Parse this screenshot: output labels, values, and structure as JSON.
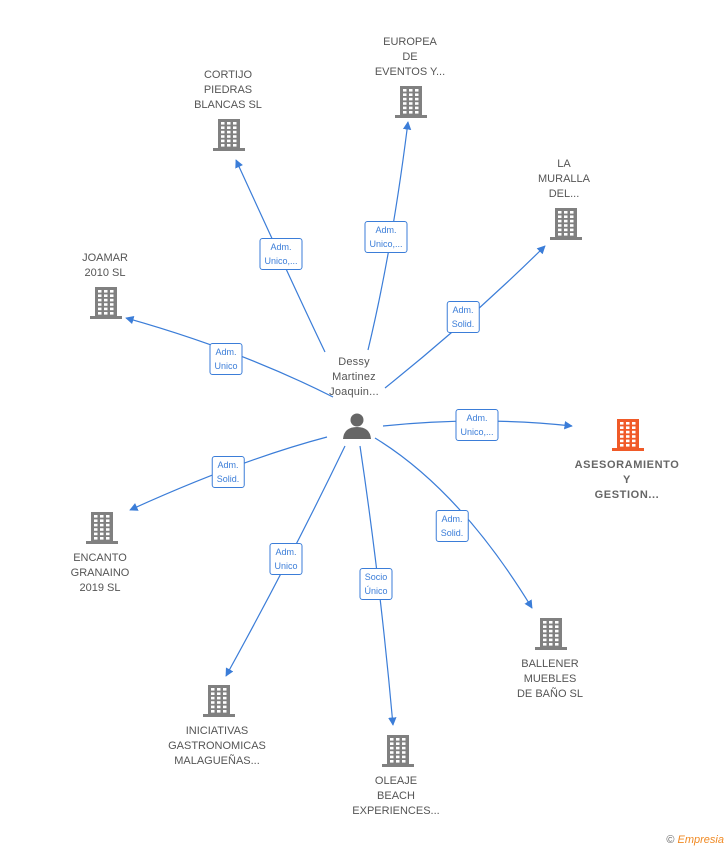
{
  "center": {
    "label": "Dessy\nMartinez\nJoaquin...",
    "icon": "person-icon",
    "color": "#666666"
  },
  "colors": {
    "edge": "#3b7dd8",
    "building": "#808080",
    "building_highlight": "#f05a28"
  },
  "nodes": [
    {
      "id": "cortijo",
      "label": "CORTIJO\nPIEDRAS\nBLANCAS  SL",
      "icon": "building-icon",
      "highlight": false
    },
    {
      "id": "europea",
      "label": "EUROPEA\nDE\nEVENTOS Y...",
      "icon": "building-icon",
      "highlight": false
    },
    {
      "id": "muralla",
      "label": "LA\nMURALLA\nDEL...",
      "icon": "building-icon",
      "highlight": false
    },
    {
      "id": "joamar",
      "label": "JOAMAR\n2010 SL",
      "icon": "building-icon",
      "highlight": false
    },
    {
      "id": "asesoramiento",
      "label": "ASESORAMIENTO\nY\nGESTION...",
      "icon": "building-icon",
      "highlight": true
    },
    {
      "id": "encanto",
      "label": "ENCANTO\nGRANAINO\n2019  SL",
      "icon": "building-icon",
      "highlight": false
    },
    {
      "id": "ballener",
      "label": "BALLENER\nMUEBLES\nDE BAÑO  SL",
      "icon": "building-icon",
      "highlight": false
    },
    {
      "id": "iniciativas",
      "label": "INICIATIVAS\nGASTRONOMICAS\nMALAGUEÑAS...",
      "icon": "building-icon",
      "highlight": false
    },
    {
      "id": "oleaje",
      "label": "OLEAJE\nBEACH\nEXPERIENCES...",
      "icon": "building-icon",
      "highlight": false
    }
  ],
  "edges": [
    {
      "to": "cortijo",
      "label": "Adm.\nUnico,..."
    },
    {
      "to": "europea",
      "label": "Adm.\nUnico,..."
    },
    {
      "to": "muralla",
      "label": "Adm.\nSolid."
    },
    {
      "to": "joamar",
      "label": "Adm.\nUnico"
    },
    {
      "to": "asesoramiento",
      "label": "Adm.\nUnico,..."
    },
    {
      "to": "encanto",
      "label": "Adm.\nSolid."
    },
    {
      "to": "ballener",
      "label": "Adm.\nSolid."
    },
    {
      "to": "iniciativas",
      "label": "Adm.\nUnico"
    },
    {
      "to": "oleaje",
      "label": "Socio\nÚnico"
    }
  ],
  "footer": {
    "copyright": "©",
    "brand": "Empresia"
  }
}
